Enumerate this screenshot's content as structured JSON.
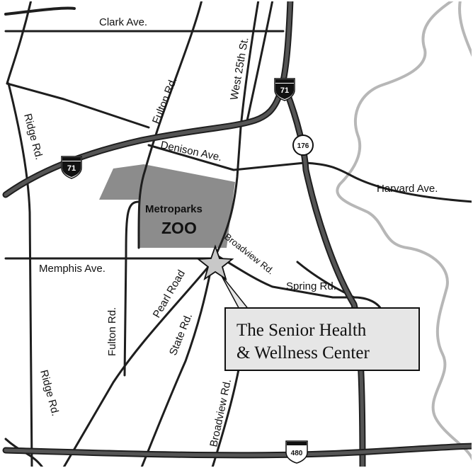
{
  "map": {
    "streets": {
      "clark": "Clark Ave.",
      "fulton_top": "Fulton Rd.",
      "west25": "West 25th St.",
      "ridge_top": "Ridge Rd.",
      "denison": "Denison Ave.",
      "harvard": "Harvard Ave.",
      "memphis": "Memphis Ave.",
      "broadview_top": "Broadview Rd.",
      "spring": "Spring Rd.",
      "pearl": "Pearl Road",
      "fulton_bottom": "Fulton Rd.",
      "state": "State Rd.",
      "ridge_bottom": "Ridge Rd.",
      "broadview_bottom": "Broadview Rd."
    },
    "shields": {
      "i71_top": "71",
      "i71_left": "71",
      "sr176": "176",
      "i480": "480"
    },
    "zoo": {
      "line1": "Metroparks",
      "line2": "ZOO"
    },
    "callout": {
      "line1": "The Senior Health",
      "line2": "& Wellness Center"
    },
    "colors": {
      "zoo_fill": "#8c8c8c",
      "river": "#b7b7b7",
      "callout_fill": "#e6e6e6",
      "star_fill": "#c8c8c8",
      "roads": "#1e1e1e"
    },
    "icons": {
      "location_marker": "star-icon"
    }
  }
}
